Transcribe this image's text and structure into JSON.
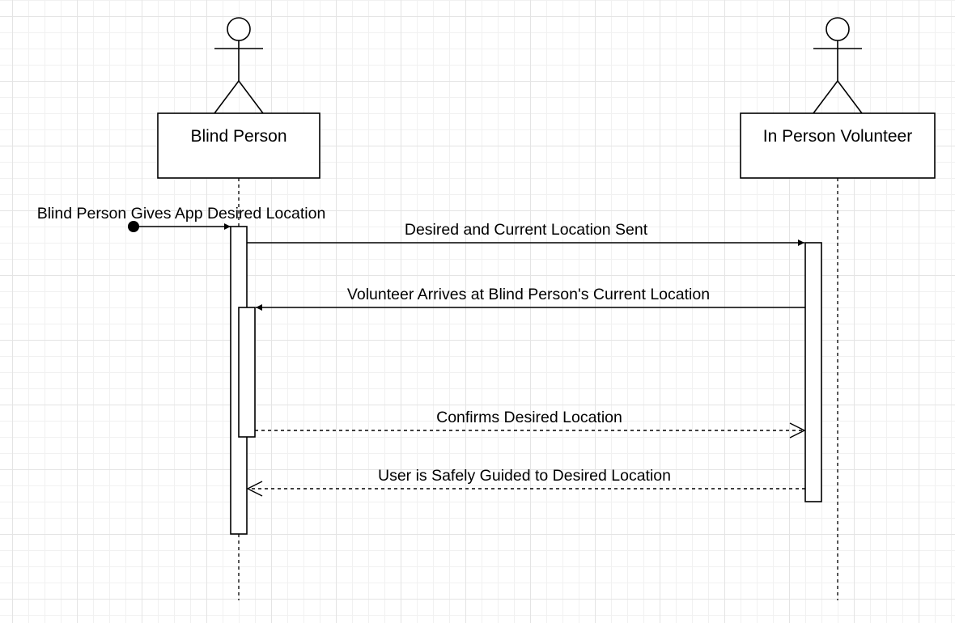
{
  "participants": {
    "blind_person": {
      "label": "Blind Person"
    },
    "volunteer": {
      "label": "In Person Volunteer"
    }
  },
  "messages": {
    "found": "Blind Person Gives App Desired Location",
    "send_location": "Desired and Current Location Sent",
    "volunteer_arrives": "Volunteer Arrives at Blind Person's Current Location",
    "confirm": "Confirms Desired Location",
    "guided": "User is Safely Guided to Desired Location"
  }
}
